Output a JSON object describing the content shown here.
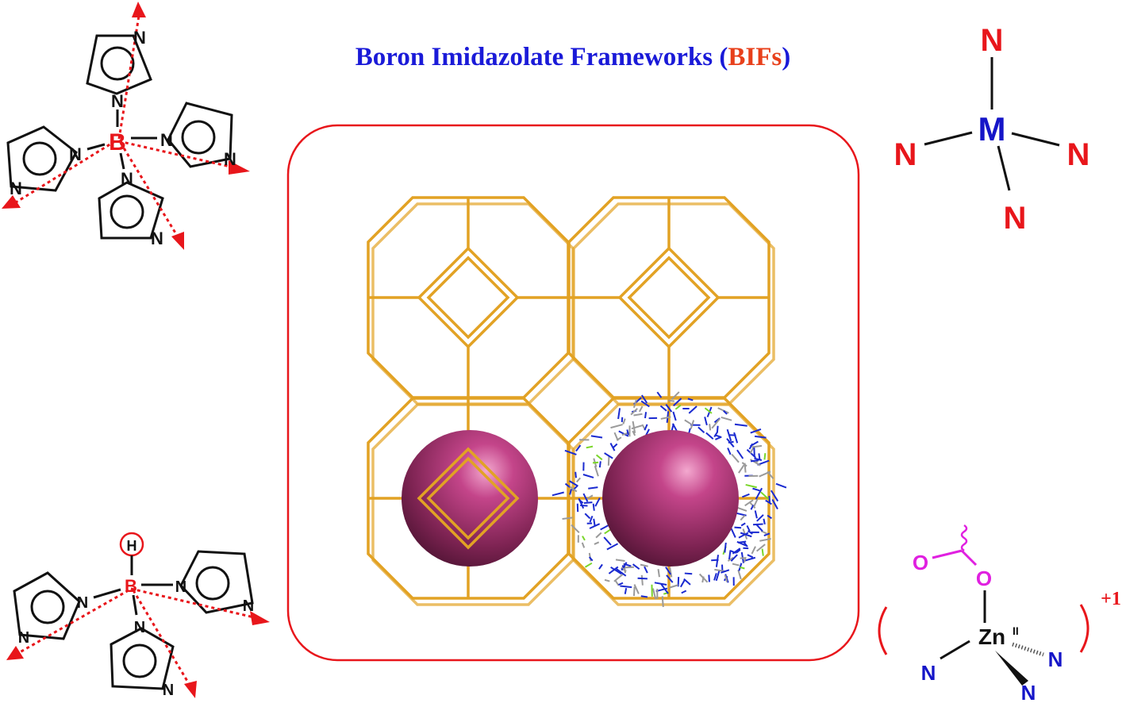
{
  "title": {
    "part1": "Boron Imidazolate Frameworks (",
    "abbr": "BIFs",
    "part2": ")"
  },
  "colors": {
    "title": "#1a1ad8",
    "abbr": "#e8401b",
    "frame": "#e8161b",
    "framework": "#e2a224",
    "sphere": "#b8397a",
    "nitrogen_blue": "#1515c8",
    "oxygen": "#e020e0"
  },
  "tetra_boron": {
    "center": "B",
    "nitrogen": "N"
  },
  "metal_node": {
    "center": "M",
    "ligand": "N"
  },
  "hydro_boron": {
    "center": "B",
    "hydrogen": "H",
    "nitrogen": "N"
  },
  "zinc_complex": {
    "metal": "Zn",
    "oxidation": "II",
    "oxygen": "O",
    "nitrogen": "N",
    "charge": "+1"
  }
}
